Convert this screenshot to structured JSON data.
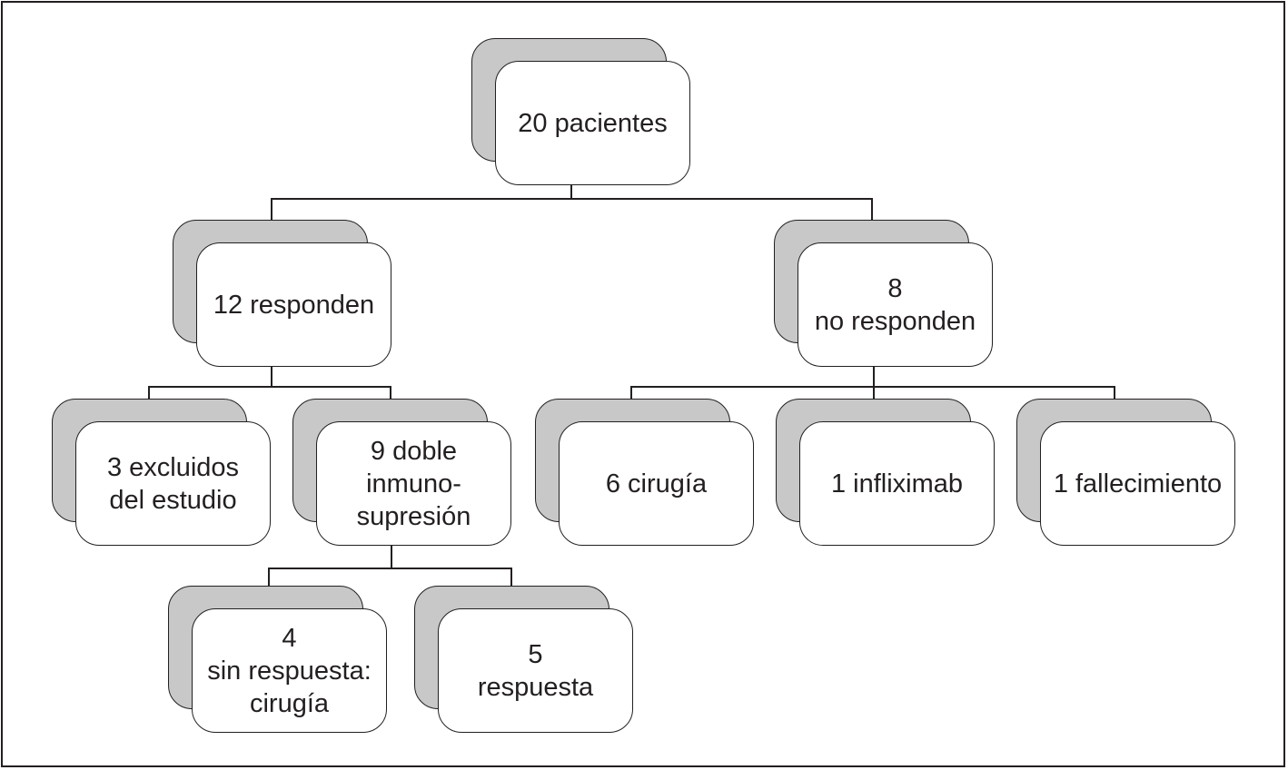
{
  "diagram": {
    "nodes": {
      "root": "20 pacientes",
      "responden": "12 responden",
      "no_responden": "8\nno responden",
      "excluidos": "3 excluidos\ndel estudio",
      "doble": "9 doble\ninmuno-\nsupresión",
      "cirugia": "6 cirugía",
      "infliximab": "1 infliximab",
      "fallecimiento": "1 fallecimiento",
      "sin_respuesta": "4\nsin respuesta:\ncirugía",
      "respuesta": "5\nrespuesta"
    },
    "colors": {
      "shadow": "#c8c8c8",
      "stroke": "#231f20",
      "box": "#ffffff"
    }
  }
}
